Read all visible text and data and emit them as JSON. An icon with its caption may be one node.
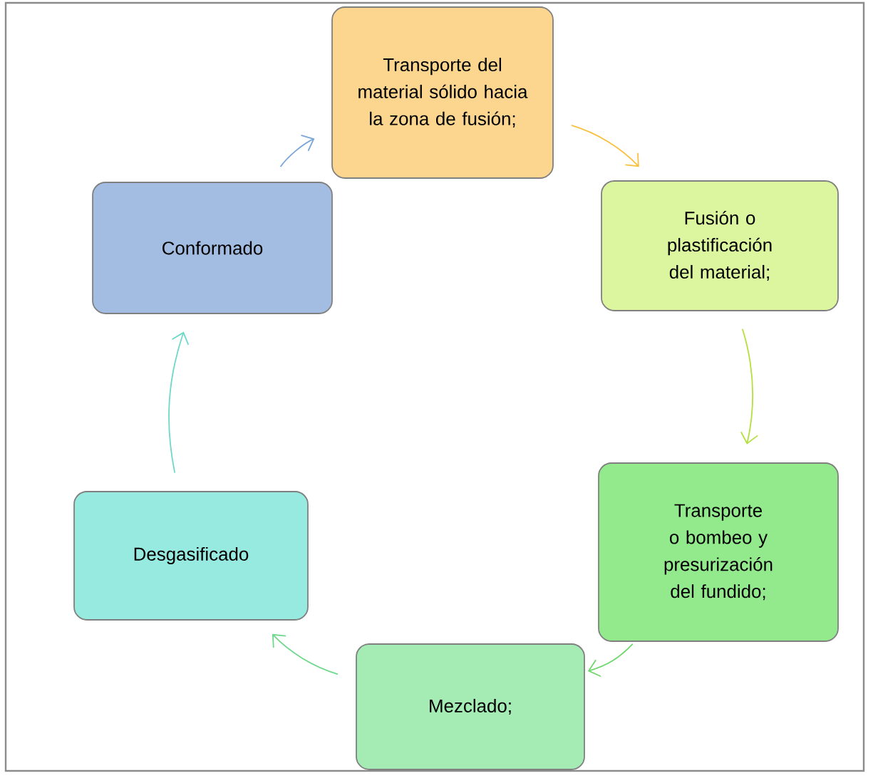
{
  "diagram": {
    "nodes": [
      {
        "text": [
          "Transporte del material sólido hacia la zona de fusión;"
        ]
      },
      {
        "text": [
          "Fusión o plastificación del material;"
        ]
      },
      {
        "text": [
          "Transporte o bombeo y presurización del fundido;"
        ]
      },
      {
        "text": [
          "Mezclado;"
        ]
      },
      {
        "text": [
          "Desgasificado"
        ]
      },
      {
        "text": [
          "Conformado"
        ]
      }
    ],
    "edges": [
      {
        "from": 0,
        "to": 1,
        "arrow": "to",
        "color": "#f9c040"
      },
      {
        "from": 1,
        "to": 2,
        "arrow": "to",
        "color": "#b4e03c"
      },
      {
        "from": 2,
        "to": 3,
        "arrow": "to",
        "color": "#6ed86a"
      },
      {
        "from": 3,
        "to": 4,
        "arrow": "to",
        "color": "#6ed88c"
      },
      {
        "from": 4,
        "to": 5,
        "arrow": "to",
        "color": "#6ed8c8"
      },
      {
        "from": 5,
        "to": 0,
        "arrow": "to",
        "color": "#7aa6d8"
      }
    ]
  }
}
